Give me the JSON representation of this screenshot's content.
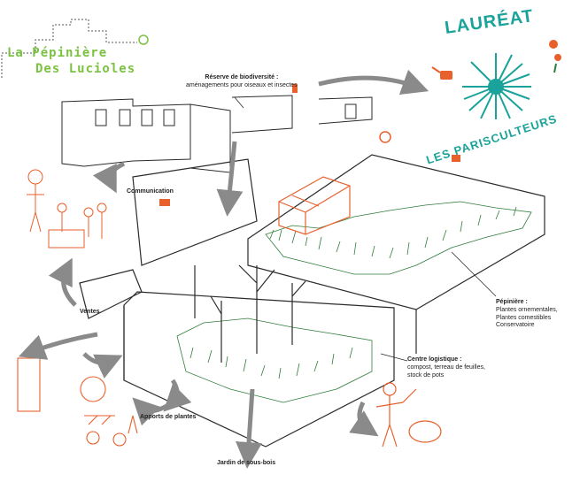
{
  "logo": {
    "line1": "La Pépinière",
    "line2": "Des Lucioles"
  },
  "badge": {
    "top": "LAURÉAT",
    "bottom": "LES PARISCULTEURS"
  },
  "labels": {
    "biodiversity": {
      "title": "Réserve de biodiversité :",
      "detail": "aménagements pour oiseaux et insectes"
    },
    "communication": {
      "title": "Communication"
    },
    "ventes": {
      "title": "Ventes"
    },
    "apports": {
      "title": "Apports de plantes"
    },
    "jardin": {
      "title": "Jardin de sous-bois"
    },
    "logistique": {
      "title": "Centre logistique :",
      "line1": "compost, terreau de feuilles,",
      "line2": "stock de pots"
    },
    "pepiniere": {
      "title": "Pépinière :",
      "line1": "Plantes ornementales,",
      "line2": "Plantes comestibles",
      "line3": "Conservatoire"
    }
  },
  "colors": {
    "sketch": "#2b2b2b",
    "accent_orange": "#e8602c",
    "accent_green": "#2f7d3a",
    "logo_green": "#7cc242",
    "badge_teal": "#1aa39a",
    "arrow_grey": "#8a8a8a"
  }
}
